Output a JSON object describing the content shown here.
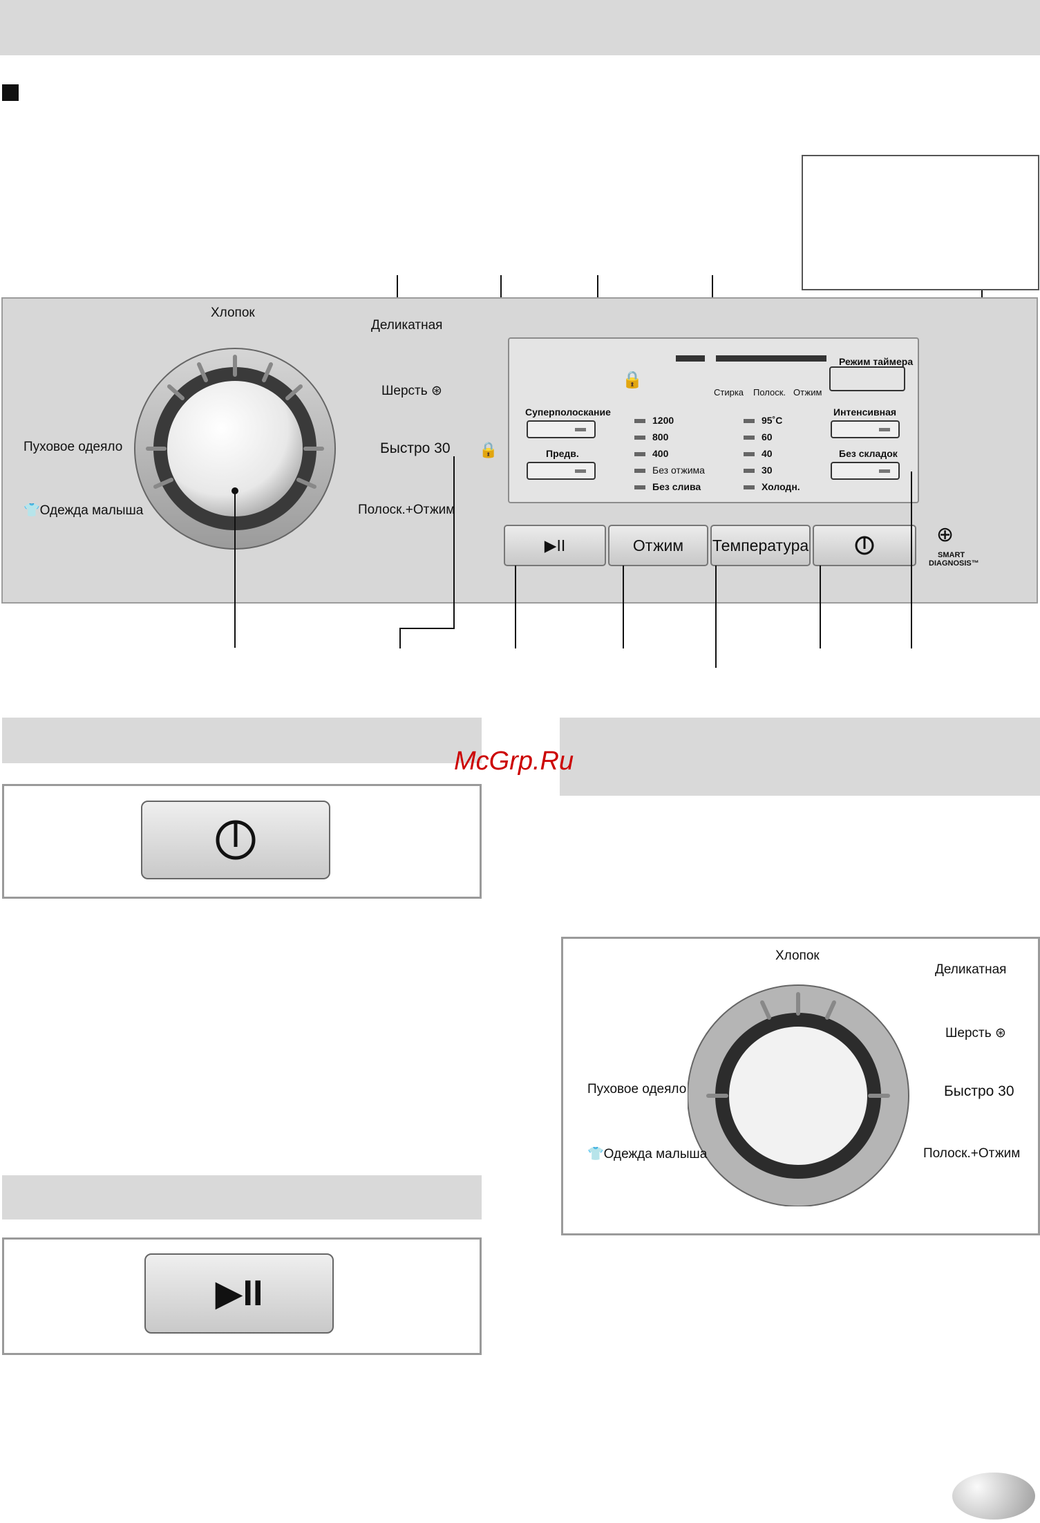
{
  "watermark": "McGrp.Ru",
  "dial_labels": {
    "top": "Хлопок",
    "top_right": "Деликатная",
    "right1": "Шерсть",
    "right2": "Быстро 30",
    "right3": "Полоск.+Отжим",
    "left2": "Пуховое одеяло",
    "left3": "Одежда малыша"
  },
  "display": {
    "timer": "Режим таймера",
    "stage_wash": "Стирка",
    "stage_rinse": "Полоск.",
    "stage_spin": "Отжим",
    "super_rinse": "Суперполоскание",
    "prewash": "Предв.",
    "intensive": "Интенсивная",
    "no_crease": "Без складок",
    "spin_options": [
      "1200",
      "800",
      "400",
      "Без отжима",
      "Без слива"
    ],
    "temp_options": [
      "95˚C",
      "60",
      "40",
      "30",
      "Холодн."
    ]
  },
  "buttons": {
    "start": "▶II",
    "spin": "Отжим",
    "temp": "Температура",
    "power": "power"
  },
  "smart": {
    "line1": "SMART",
    "line2": "DIAGNOSIS™"
  },
  "colors": {
    "panel": "#d7d7d7",
    "bar": "#d9d9d9"
  }
}
